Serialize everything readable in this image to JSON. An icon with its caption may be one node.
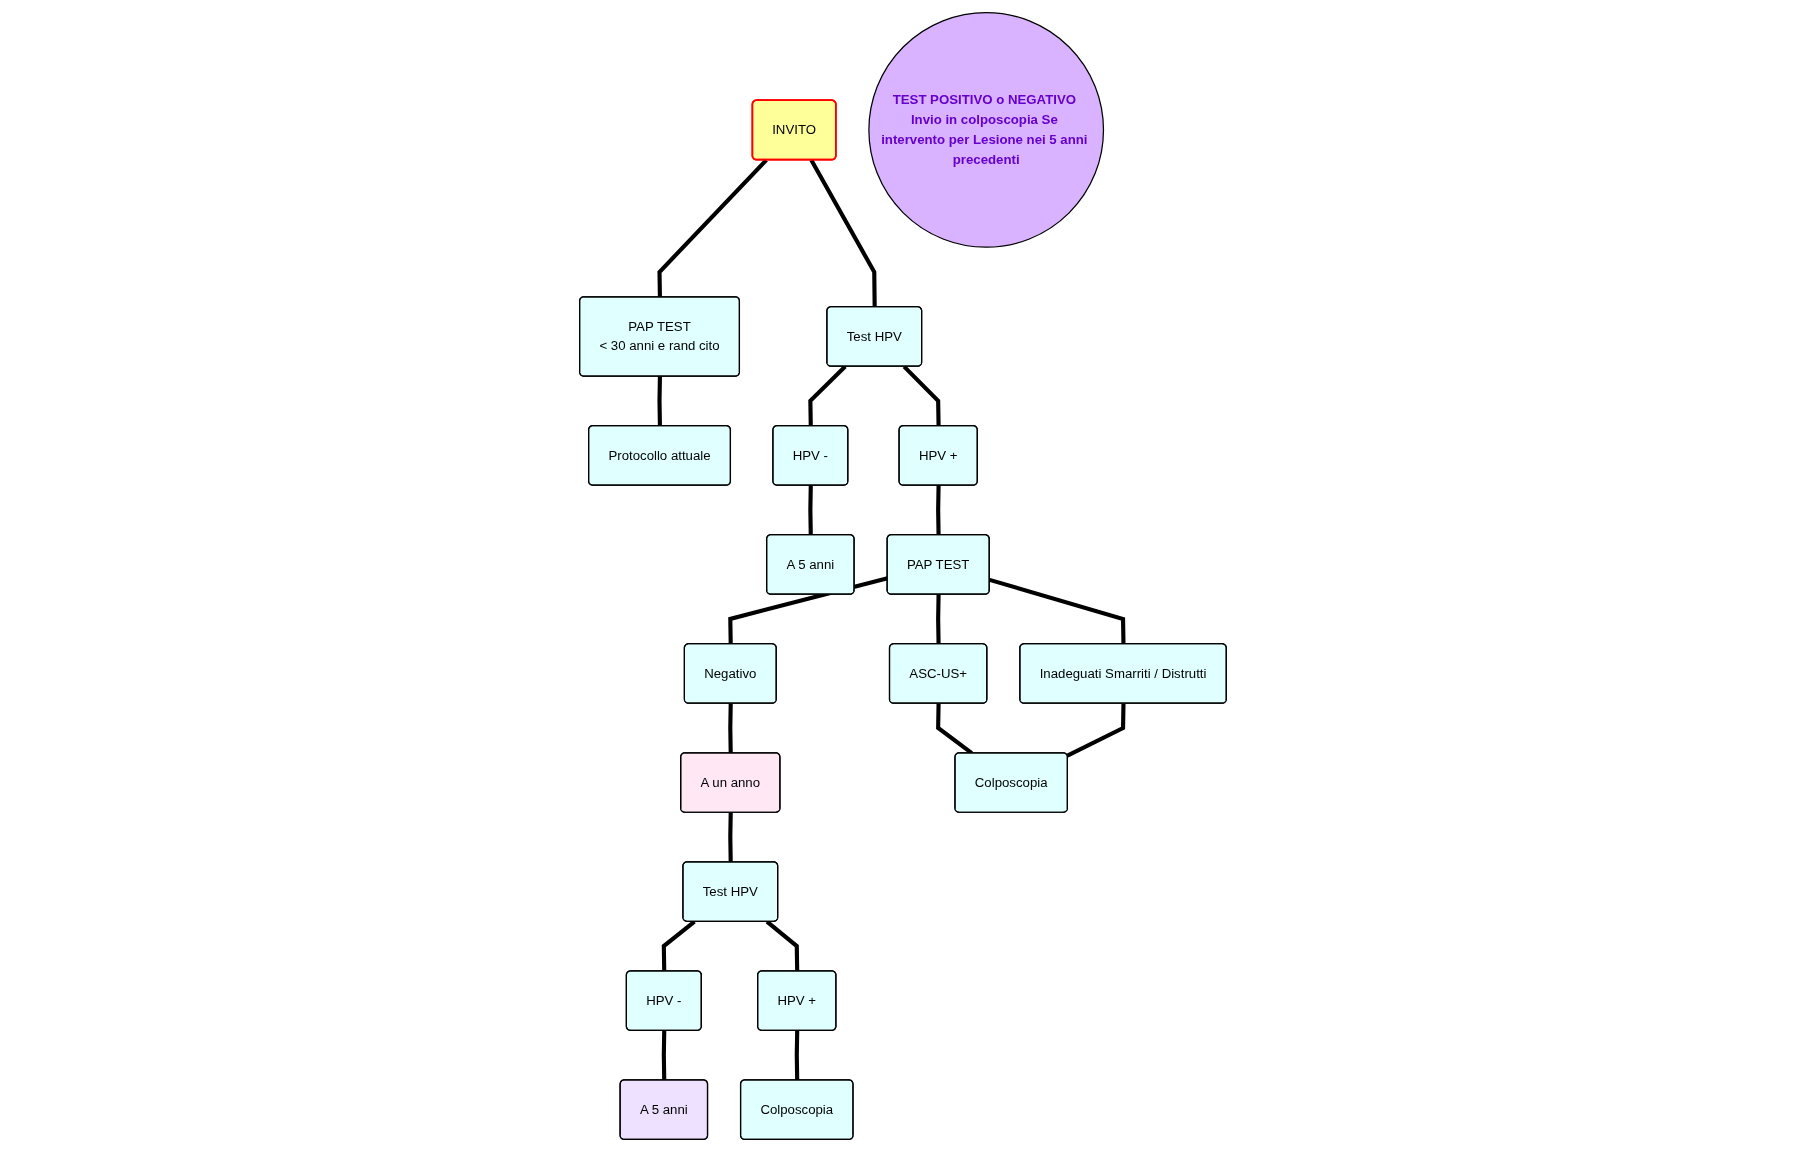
{
  "diagram": {
    "nodes": [
      {
        "text": [
          "INVITO"
        ]
      },
      {
        "text": [
          "PAP TEST",
          "< 30 anni e rand cito"
        ]
      },
      {
        "text": [
          "Test HPV"
        ]
      },
      {
        "text": [
          "Protocollo attuale"
        ]
      },
      {
        "text": [
          "HPV -"
        ]
      },
      {
        "text": [
          "HPV +"
        ]
      },
      {
        "text": [
          "A 5 anni"
        ]
      },
      {
        "text": [
          "PAP TEST"
        ]
      },
      {
        "text": [
          "Negativo"
        ]
      },
      {
        "text": [
          "ASC-US+"
        ]
      },
      {
        "text": [
          "Inadeguati Smarriti / Distrutti"
        ]
      },
      {
        "text": [
          "A un anno"
        ]
      },
      {
        "text": [
          "Colposcopia"
        ]
      },
      {
        "text": [
          "Test HPV"
        ]
      },
      {
        "text": [
          "HPV -"
        ]
      },
      {
        "text": [
          "HPV +"
        ]
      },
      {
        "text": [
          "A 5 anni"
        ]
      },
      {
        "text": [
          "Colposcopia"
        ]
      },
      {
        "text": [
          "TEST POSITIVO o NEGATIVO Invio in colposcopia Se intervento per Lesione nei 5 anni precedenti"
        ]
      }
    ],
    "edges": [
      {
        "from": 0,
        "to": 1,
        "arrow": "none"
      },
      {
        "from": 0,
        "to": 2,
        "arrow": "none"
      },
      {
        "from": 1,
        "to": 3,
        "arrow": "none"
      },
      {
        "from": 2,
        "to": 4,
        "arrow": "none"
      },
      {
        "from": 2,
        "to": 5,
        "arrow": "none"
      },
      {
        "from": 4,
        "to": 6,
        "arrow": "none"
      },
      {
        "from": 5,
        "to": 7,
        "arrow": "none"
      },
      {
        "from": 7,
        "to": 8,
        "arrow": "none"
      },
      {
        "from": 7,
        "to": 9,
        "arrow": "none"
      },
      {
        "from": 7,
        "to": 10,
        "arrow": "none"
      },
      {
        "from": 8,
        "to": 11,
        "arrow": "none"
      },
      {
        "from": 9,
        "to": 12,
        "arrow": "none"
      },
      {
        "from": 10,
        "to": 12,
        "arrow": "none"
      },
      {
        "from": 11,
        "to": 13,
        "arrow": "none"
      },
      {
        "from": 13,
        "to": 14,
        "arrow": "none"
      },
      {
        "from": 13,
        "to": 15,
        "arrow": "none"
      },
      {
        "from": 14,
        "to": 16,
        "arrow": "none"
      },
      {
        "from": 15,
        "to": 17,
        "arrow": "none"
      }
    ]
  }
}
